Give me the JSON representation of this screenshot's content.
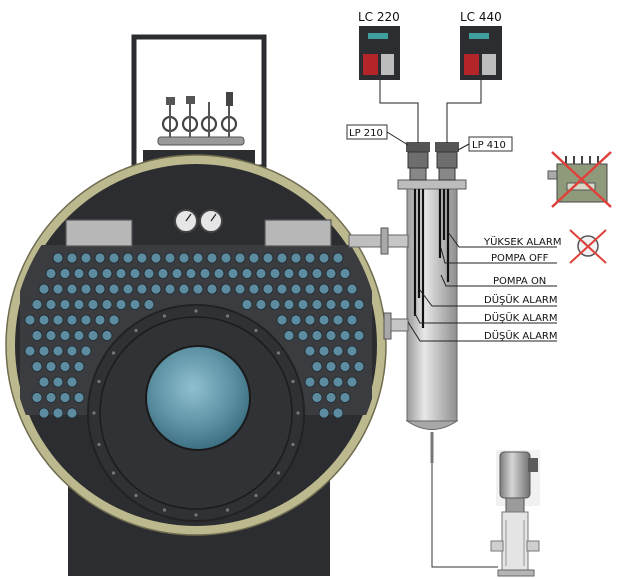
{
  "controllers": [
    {
      "label": "LC 220"
    },
    {
      "label": "LC 440"
    }
  ],
  "probes": [
    {
      "label": "LP 210"
    },
    {
      "label": "LP 410"
    }
  ],
  "alarm_levels": [
    {
      "label": "YÜKSEK ALARM"
    },
    {
      "label": "POMPA OFF"
    },
    {
      "label": "POMPA ON"
    },
    {
      "label": "DÜŞÜK ALARM"
    },
    {
      "label": "DÜŞÜK ALARM"
    },
    {
      "label": "DÜŞÜK ALARM"
    }
  ],
  "colors": {
    "boiler_body": "#2b2d30",
    "boiler_rim": "#bdb98f",
    "tube": "#5d8ca0",
    "glass": "#6a9db0",
    "column": "#c9c9c9",
    "cross": "#e0403a",
    "controller_red": "#b4252a",
    "controller_display": "#3f9f9c"
  },
  "icons": {
    "crossed_module": "crossed-out-module-icon",
    "crossed_gauge": "crossed-out-gauge-icon",
    "pump": "pump-icon"
  }
}
